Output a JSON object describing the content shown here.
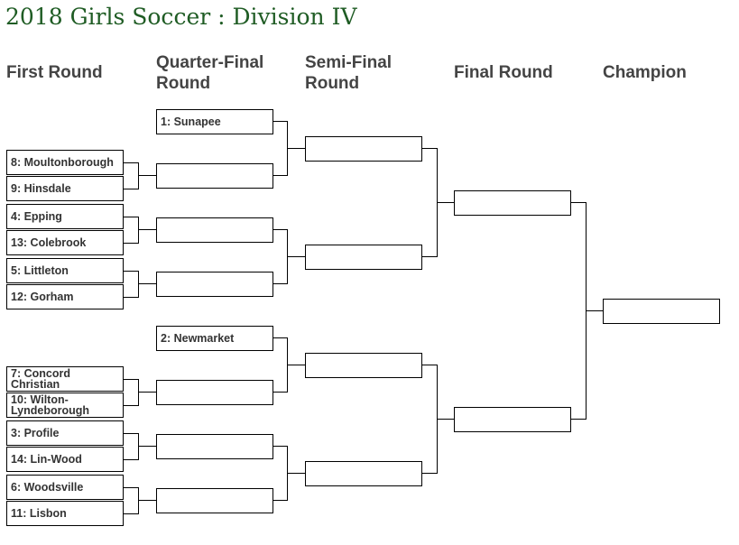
{
  "title": "2018 Girls Soccer : Division IV",
  "rounds": {
    "first": "First Round",
    "quarter_1": "Quarter-Final",
    "quarter_2": "Round",
    "semi_1": "Semi-Final",
    "semi_2": "Round",
    "final": "Final Round",
    "champion": "Champion"
  },
  "first_round": [
    {
      "seed": 8,
      "label": "8: Moultonborough"
    },
    {
      "seed": 9,
      "label": "9: Hinsdale"
    },
    {
      "seed": 4,
      "label": "4: Epping"
    },
    {
      "seed": 13,
      "label": "13: Colebrook"
    },
    {
      "seed": 5,
      "label": "5: Littleton"
    },
    {
      "seed": 12,
      "label": "12: Gorham"
    },
    {
      "seed": 7,
      "label": "7: Concord Christian"
    },
    {
      "seed": 10,
      "label": "10: Wilton-Lyndeborough"
    },
    {
      "seed": 3,
      "label": "3: Profile"
    },
    {
      "seed": 14,
      "label": "14: Lin-Wood"
    },
    {
      "seed": 6,
      "label": "6: Woodsville"
    },
    {
      "seed": 11,
      "label": "11: Lisbon"
    }
  ],
  "quarter_final": {
    "bye_top": "1: Sunapee",
    "bye_bottom": "2: Newmarket",
    "empty": [
      "",
      "",
      "",
      "",
      "",
      ""
    ]
  },
  "semi_final": [
    "",
    "",
    "",
    ""
  ],
  "final_round": [
    "",
    ""
  ],
  "champion": "",
  "colors": {
    "title": "#1f5c24",
    "heading": "#444444",
    "team_text": "#333333",
    "lines": "#000000"
  }
}
